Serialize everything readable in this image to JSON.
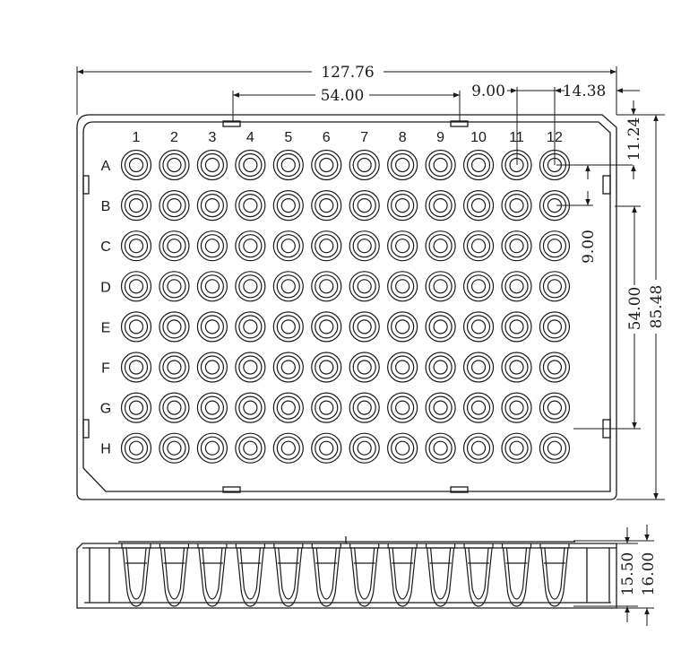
{
  "plate": {
    "column_labels": [
      "1",
      "2",
      "3",
      "4",
      "5",
      "6",
      "7",
      "8",
      "9",
      "10",
      "11",
      "12"
    ],
    "row_labels": [
      "A",
      "B",
      "C",
      "D",
      "E",
      "F",
      "G",
      "H"
    ]
  },
  "dimensions": {
    "overall_width": "127.76",
    "a1_to_a12_span": "54.00",
    "well_pitch_horizontal": "9.00",
    "right_edge_to_col12": "14.38",
    "top_edge_to_row_a": "11.24",
    "well_pitch_vertical": "9.00",
    "a_to_h_span": "54.00",
    "overall_depth": "85.48",
    "height_inner": "15.50",
    "height_outer": "16.00"
  },
  "colors": {
    "line": "#1a1a1a",
    "background": "#ffffff"
  }
}
